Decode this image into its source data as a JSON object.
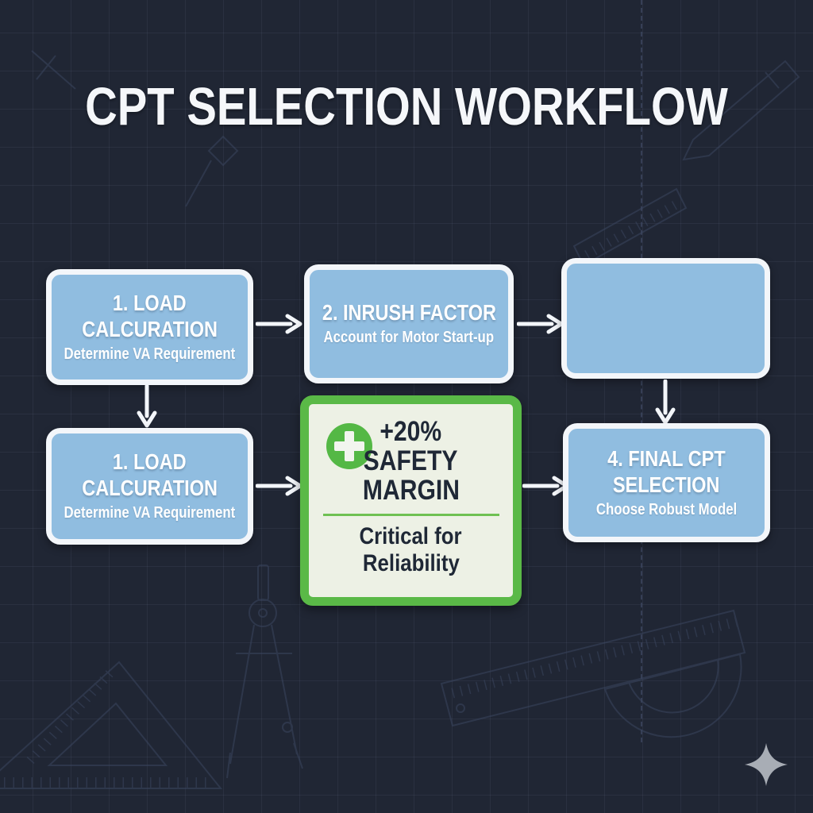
{
  "title": "CPT SELECTION WORKFLOW",
  "flowchart": {
    "step1_top": {
      "heading_line1": "1. LOAD",
      "heading_line2": "CALCURATION",
      "subtitle": "Determine VA Requirement"
    },
    "step2": {
      "heading": "2. INRUSH FACTOR",
      "subtitle": "Account for Motor Start-up"
    },
    "step3": {
      "heading": "",
      "subtitle": ""
    },
    "step1_bottom": {
      "heading_line1": "1. LOAD",
      "heading_line2": "CALCURATION",
      "subtitle": "Determine VA Requirement"
    },
    "safety_margin": {
      "icon": "plus-icon",
      "value": "+20%",
      "heading_line1": "SAFETY",
      "heading_line2": "MARGIN",
      "subtitle_line1": "Critical for",
      "subtitle_line2": "Reliability"
    },
    "step4": {
      "heading_line1": "4. FINAL CPT",
      "heading_line2": "SELECTION",
      "subtitle": "Choose Robust Model"
    }
  },
  "colors": {
    "background": "#202634",
    "grid_line": "#2c3346",
    "box_fill": "#90bde0",
    "box_border": "#f3f6fa",
    "box_text": "#ffffff",
    "accent_green": "#5ab947",
    "green_box_fill": "#edf1e5",
    "dark_text": "#1f2836",
    "arrow": "#f3f6fa",
    "dashed_guide": "#3a445d",
    "sparkle": "#a8adb5"
  }
}
